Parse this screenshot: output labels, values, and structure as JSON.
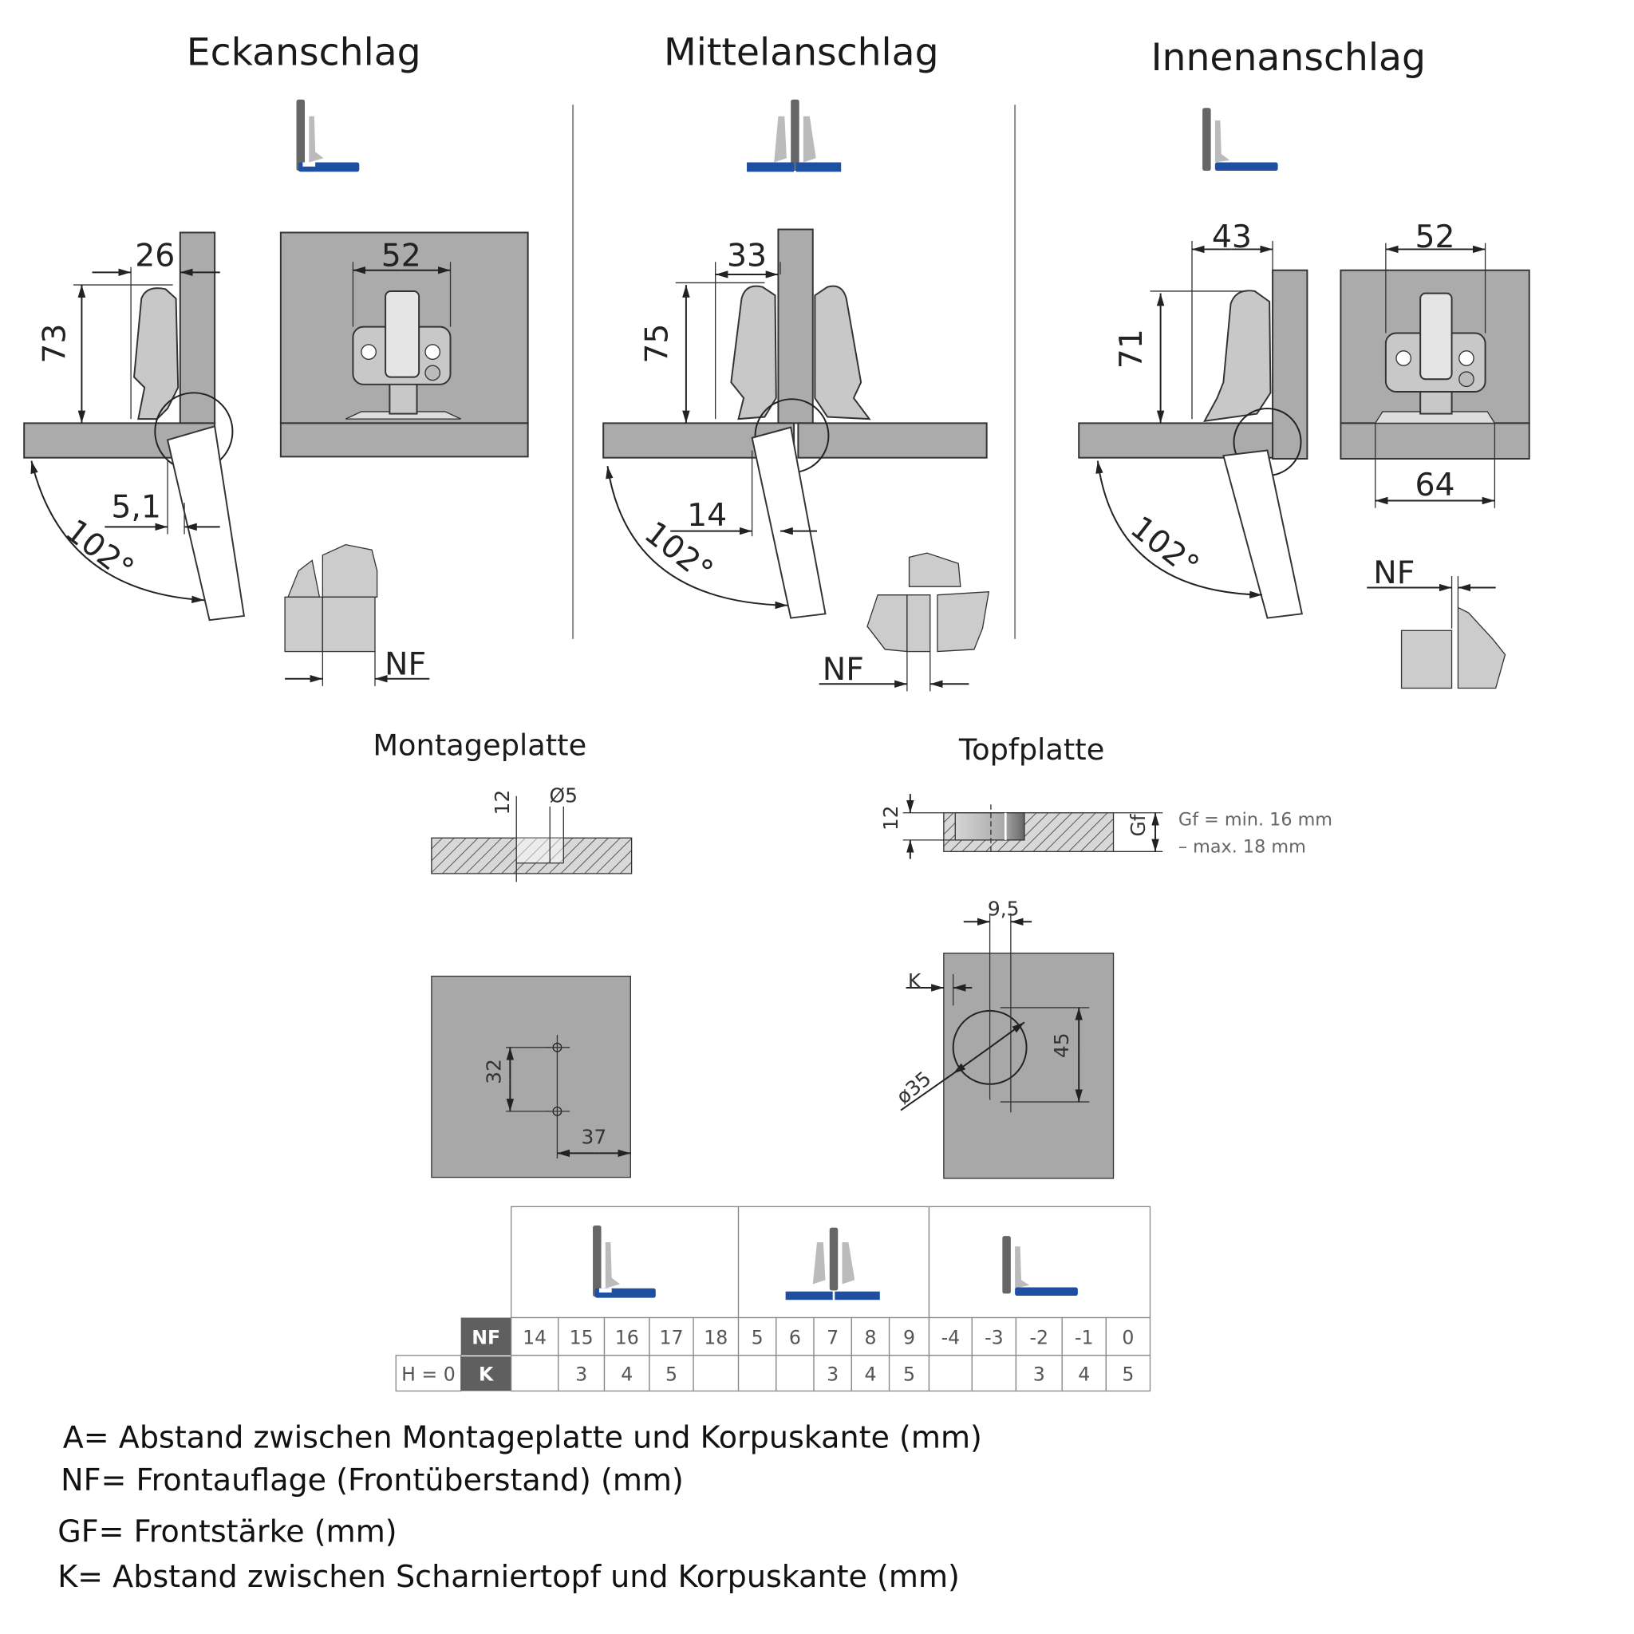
{
  "colors": {
    "blue": "#1f4fa0",
    "dark_gray": "#555555",
    "panel_gray": "#ababab",
    "header_cell": "#5f5f5f"
  },
  "sections": [
    {
      "title": "Eckanschlag",
      "dim_width": "26",
      "dim_height": "73",
      "dim_offset": "5,1",
      "angle": "102°",
      "dim_plate": "52",
      "nf_label": "NF"
    },
    {
      "title": "Mittelanschlag",
      "dim_width": "33",
      "dim_height": "75",
      "dim_offset": "14",
      "angle": "102°",
      "nf_label": "NF"
    },
    {
      "title": "Innenanschlag",
      "dim_width": "43",
      "dim_height": "71",
      "angle": "102°",
      "dim_plate": "52",
      "dim_plate_bottom": "64",
      "nf_label": "NF"
    }
  ],
  "montageplatte": {
    "title": "Montageplatte",
    "dim_12": "12",
    "dim_d5": "Ø5",
    "dim_32": "32",
    "dim_37": "37"
  },
  "topfplatte": {
    "title": "Topfplatte",
    "dim_12": "12",
    "gf_label": "Gf",
    "note_line1": "Gf = min. 16 mm",
    "note_line2": "– max. 18 mm",
    "dim_9_5": "9,5",
    "k_label": "K",
    "dim_45": "45",
    "dim_d35": "ø35"
  },
  "table": {
    "nf_label": "NF",
    "k_label": "K",
    "h_label": "H = 0",
    "nf_values": [
      "14",
      "15",
      "16",
      "17",
      "18",
      "5",
      "6",
      "7",
      "8",
      "9",
      "-4",
      "-3",
      "-2",
      "-1",
      "0"
    ],
    "k_values": [
      "",
      "3",
      "4",
      "5",
      "",
      "",
      "",
      "3",
      "4",
      "5",
      "",
      "",
      "3",
      "4",
      "5"
    ]
  },
  "legend": [
    "A= Abstand zwischen Montageplatte und Korpuskante (mm)",
    "NF= Frontauflage (Frontüberstand) (mm)",
    "GF= Frontstärke (mm)",
    "K= Abstand zwischen Scharniertopf und Korpuskante (mm)"
  ]
}
